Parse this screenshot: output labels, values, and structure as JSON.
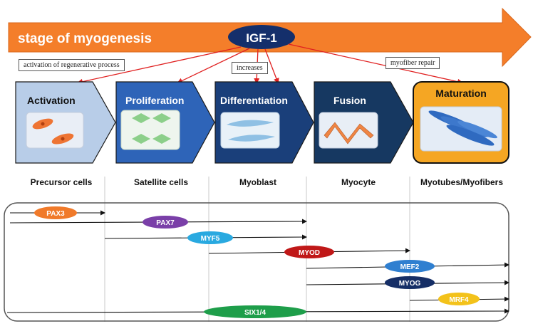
{
  "header": {
    "title": "stage of myogenesis",
    "center_label": "IGF-1"
  },
  "annotations": [
    {
      "id": "activation",
      "text": "activation of regenerative  process"
    },
    {
      "id": "increases",
      "text": "increases"
    },
    {
      "id": "repair",
      "text": "myofiber repair"
    }
  ],
  "stages": [
    {
      "id": "activation",
      "label": "Activation",
      "color": "#b8cde8",
      "text_color": "#111111"
    },
    {
      "id": "proliferation",
      "label": "Proliferation",
      "color": "#2e64b8",
      "text_color": "#ffffff"
    },
    {
      "id": "differentiation",
      "label": "Differentiation",
      "color": "#1a3f7a",
      "text_color": "#ffffff"
    },
    {
      "id": "fusion",
      "label": "Fusion",
      "color": "#163861",
      "text_color": "#ffffff"
    },
    {
      "id": "maturation",
      "label": "Maturation",
      "color": "#f5a623",
      "text_color": "#111111"
    }
  ],
  "cell_types": [
    "Precursor cells",
    "Satellite cells",
    "Myoblast",
    "Myocyte",
    "Myotubes/Myofibers"
  ],
  "factors": [
    {
      "id": "pax3",
      "label": "PAX3",
      "color": "#f07a2a",
      "text_color": "#ffffff"
    },
    {
      "id": "pax7",
      "label": "PAX7",
      "color": "#7a3fa8",
      "text_color": "#ffffff"
    },
    {
      "id": "myf5",
      "label": "MYF5",
      "color": "#29a9e0",
      "text_color": "#ffffff"
    },
    {
      "id": "myod",
      "label": "MYOD",
      "color": "#c01818",
      "text_color": "#ffffff"
    },
    {
      "id": "mef2",
      "label": "MEF2",
      "color": "#2f7fd0",
      "text_color": "#ffffff"
    },
    {
      "id": "myog",
      "label": "MYOG",
      "color": "#152e66",
      "text_color": "#ffffff"
    },
    {
      "id": "mrf4",
      "label": "MRF4",
      "color": "#f3c21a",
      "text_color": "#ffffff"
    },
    {
      "id": "six14",
      "label": "SIX1/4",
      "color": "#1e9e4a",
      "text_color": "#ffffff"
    }
  ],
  "colors": {
    "banner": "#f47e2a",
    "igf": "#142f6b",
    "red_arrow": "#e02020"
  }
}
